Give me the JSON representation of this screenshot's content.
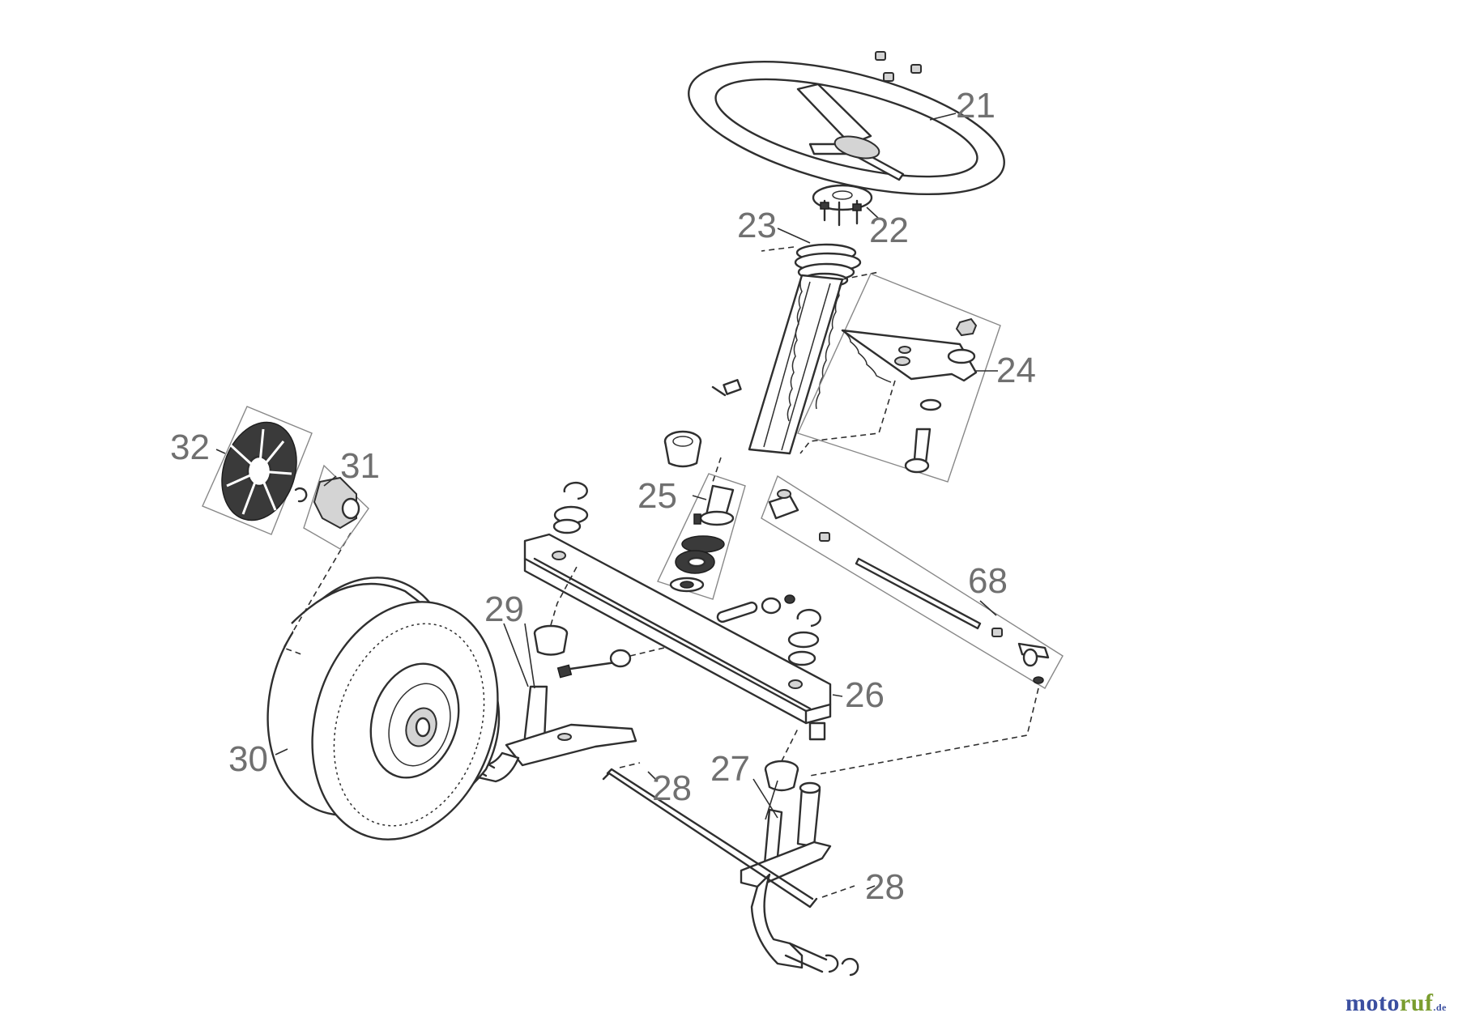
{
  "diagram": {
    "type": "exploded-parts-diagram",
    "callouts": [
      {
        "id": "21",
        "label": "21"
      },
      {
        "id": "22",
        "label": "22"
      },
      {
        "id": "23",
        "label": "23"
      },
      {
        "id": "24",
        "label": "24"
      },
      {
        "id": "25",
        "label": "25"
      },
      {
        "id": "26",
        "label": "26"
      },
      {
        "id": "27",
        "label": "27"
      },
      {
        "id": "28a",
        "label": "28"
      },
      {
        "id": "28b",
        "label": "28"
      },
      {
        "id": "29",
        "label": "29"
      },
      {
        "id": "30",
        "label": "30"
      },
      {
        "id": "31",
        "label": "31"
      },
      {
        "id": "32",
        "label": "32"
      },
      {
        "id": "68",
        "label": "68"
      }
    ],
    "colors": {
      "line": "#2f2f2f",
      "callout_text": "#707070",
      "part_fill_dark": "#3a3a3a",
      "part_fill_light": "#d4d4d4"
    }
  },
  "watermark": {
    "text_a": "moto",
    "text_b": "ruf",
    "text_c": ".de"
  }
}
